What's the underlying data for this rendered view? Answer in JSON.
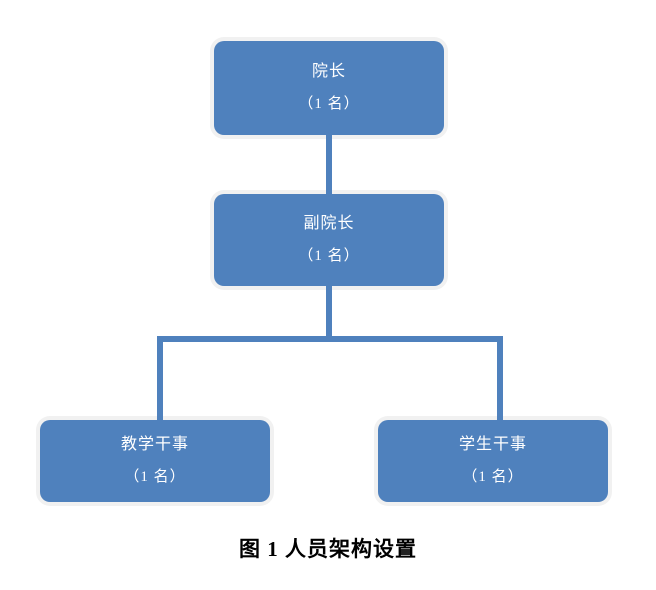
{
  "figure": {
    "caption": "图 1  人员架构设置"
  },
  "org_chart": {
    "type": "org-chart",
    "nodes": [
      {
        "id": "dean",
        "title": "院长",
        "count": "（1 名）",
        "parent": null
      },
      {
        "id": "vice-dean",
        "title": "副院长",
        "count": "（1 名）",
        "parent": "dean"
      },
      {
        "id": "teaching-officer",
        "title": "教学干事",
        "count": "（1 名）",
        "parent": "vice-dean"
      },
      {
        "id": "student-officer",
        "title": "学生干事",
        "count": "（1 名）",
        "parent": "vice-dean"
      }
    ]
  },
  "colors": {
    "node_fill": "#4F81BD",
    "node_glow": "#F1F1F1",
    "node_text": "#FFFFFF",
    "connector": "#4F81BD",
    "caption_text": "#000000",
    "background": "#FFFFFF"
  }
}
